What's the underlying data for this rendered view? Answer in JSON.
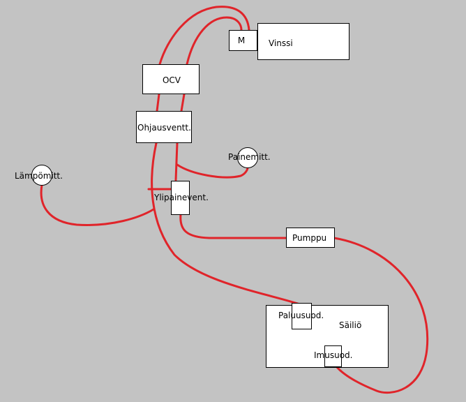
{
  "colors": {
    "background": "#c3c3c3",
    "pipe": "#e0242a",
    "box": "#ffffff",
    "stroke": "#000000"
  },
  "labels": {
    "motor": "M",
    "winch": "Vinssi",
    "ocv": "OCV",
    "control_valve": "Ohjausventt.",
    "pressure_gauge": "Painemitt.",
    "temperature_gauge": "Lämpömitt.",
    "relief_valve": "Ylipainevent.",
    "pump": "Pumppu",
    "return_filter": "Paluusuod.",
    "tank": "Säiliö",
    "suction_filter": "Imusuod."
  }
}
